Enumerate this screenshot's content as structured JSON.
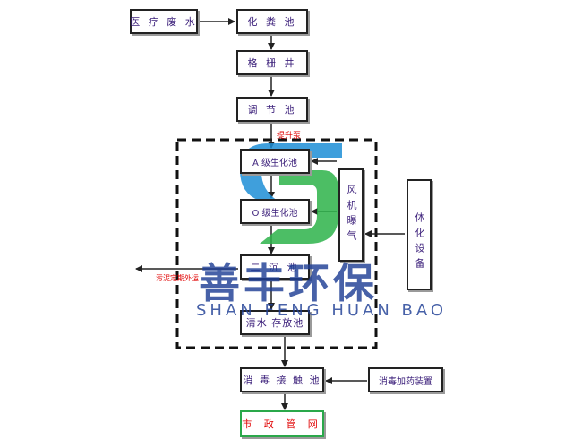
{
  "nodes": {
    "medical_wastewater": "医 疗 废 水",
    "septic_tank": "化 粪 池",
    "grille_well": "格 栅 井",
    "regulating_tank": "调 节 池",
    "a_stage_tank": "A 级生化池",
    "o_stage_tank": "O 级生化池",
    "secondary_settling": "二 沉 池",
    "clear_water_tank": "清水 存放池",
    "disinfection_tank": "消 毒 接 触 池",
    "municipal_network": "市 政 管 网",
    "dosing_device": "消毒加药装置",
    "air_blower": "风机曝气",
    "integrated_equipment": "一体化设备"
  },
  "labels": {
    "lift_pump": "提升泵",
    "sludge_out": "污泥定期外运"
  },
  "watermark": {
    "brand_cn": "善丰环保",
    "brand_en": "SHAN FENG HUAN BAO"
  },
  "colors": {
    "node_text": "#3b1f7a",
    "red_label": "#e00000",
    "final_border": "#2aa84a",
    "logo_blue": "#1e8fd6",
    "logo_green": "#2db34a",
    "brand_blue": "#1f3f95"
  }
}
